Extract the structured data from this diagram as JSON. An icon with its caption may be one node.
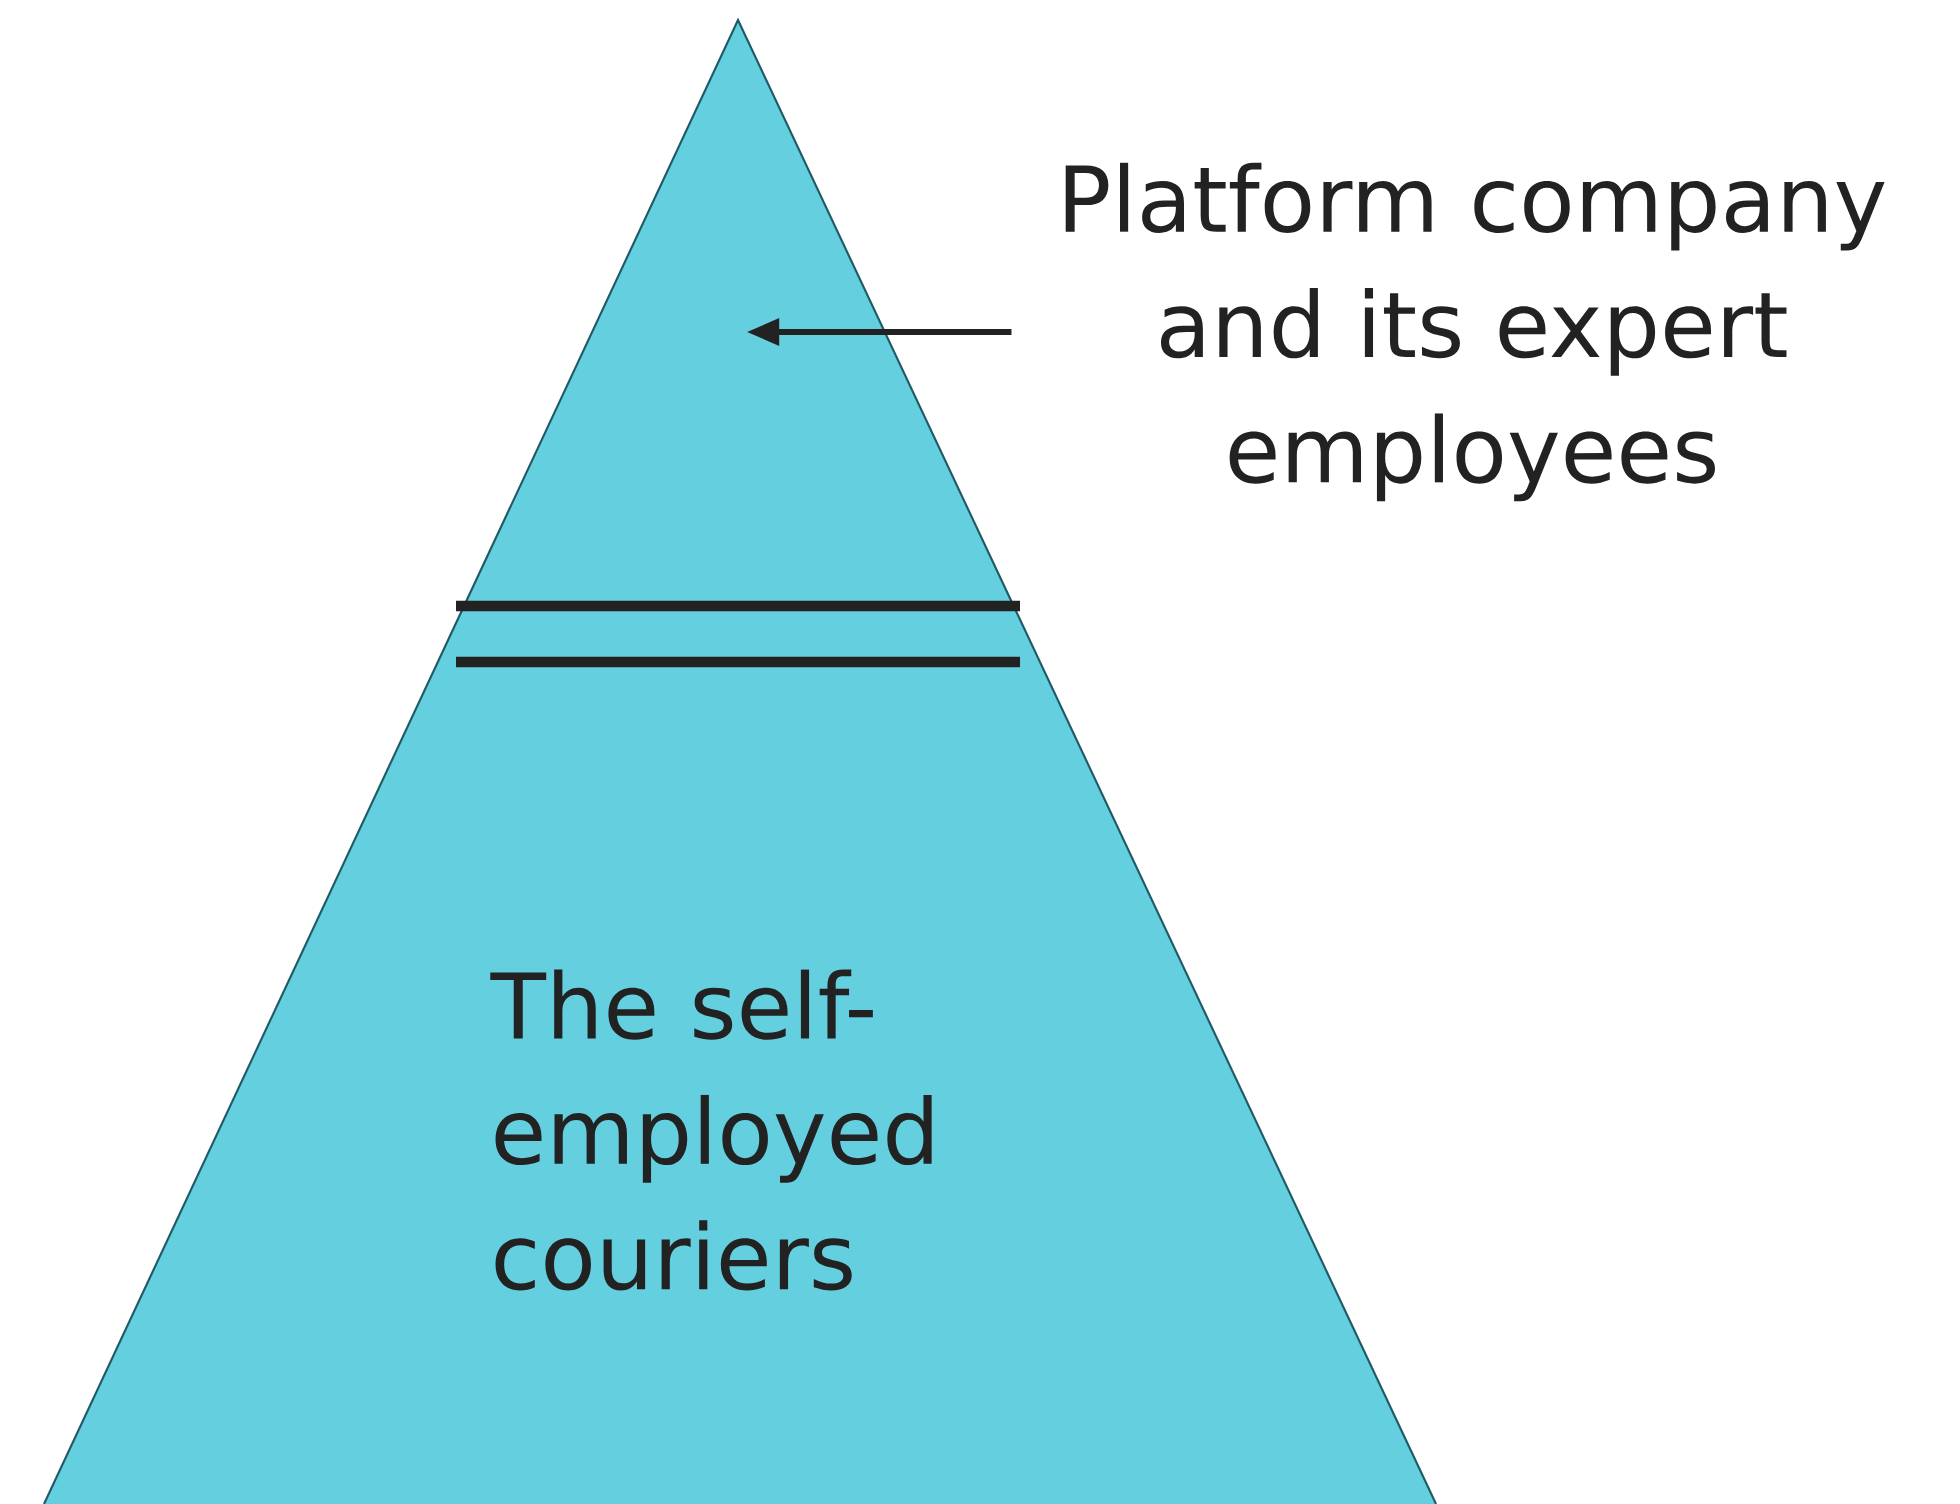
{
  "diagram": {
    "nodes": [
      {
        "text": [],
        "shape": "triangle"
      },
      {
        "text": [
          "The self-employed couriers"
        ]
      },
      {
        "text": [
          "Platform company and its expert employees"
        ]
      }
    ],
    "edges": [
      {
        "from": 2,
        "to": 0,
        "arrow": "to"
      }
    ]
  }
}
